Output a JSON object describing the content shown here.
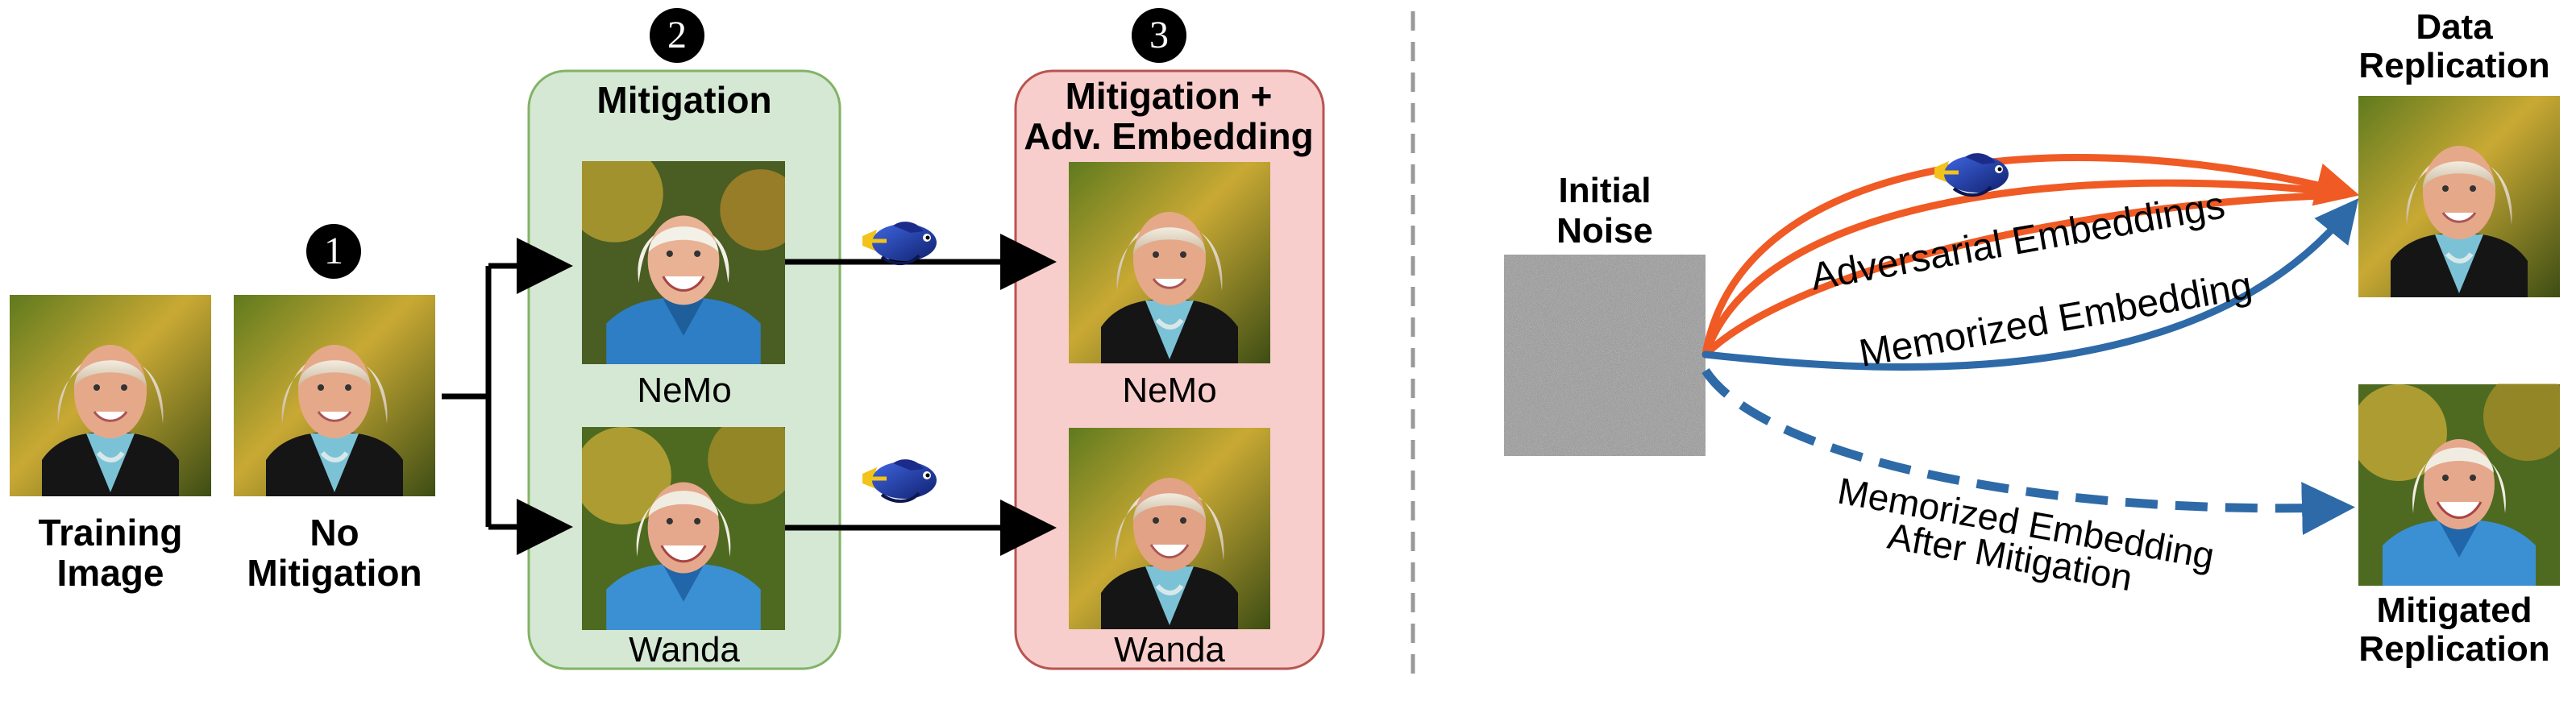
{
  "left_panel": {
    "training_label_line1": "Training",
    "training_label_line2": "Image",
    "no_mitigation_label_line1": "No",
    "no_mitigation_label_line2": "Mitigation",
    "step1": "1",
    "step2": "2",
    "step3": "3",
    "mitigation_title": "Mitigation",
    "adv_title_line1": "Mitigation +",
    "adv_title_line2": "Adv. Embedding",
    "nemo_label": "NeMo",
    "wanda_label": "Wanda",
    "adv_nemo_label": "NeMo",
    "adv_wanda_label": "Wanda"
  },
  "right_panel": {
    "initial_noise_line1": "Initial",
    "initial_noise_line2": "Noise",
    "data_replication_line1": "Data",
    "data_replication_line2": "Replication",
    "adversarial_embeddings": "Adversarial Embeddings",
    "memorized_embedding": "Memorized Embedding",
    "after_mitigation_line1": "Memorized Embedding",
    "after_mitigation_line2": "After Mitigation",
    "mitigated_replication_line1": "Mitigated",
    "mitigated_replication_line2": "Replication"
  },
  "colors": {
    "mitigation_panel_fill": "#d5e8d4",
    "mitigation_panel_border": "#82b366",
    "adv_panel_fill": "#f8cecc",
    "adv_panel_border": "#b85450",
    "adversarial_arrow": "#f05a24",
    "memorized_arrow": "#2e6aa7",
    "divider": "#999999"
  },
  "icons": [
    "fish-icon",
    "divider-line"
  ]
}
